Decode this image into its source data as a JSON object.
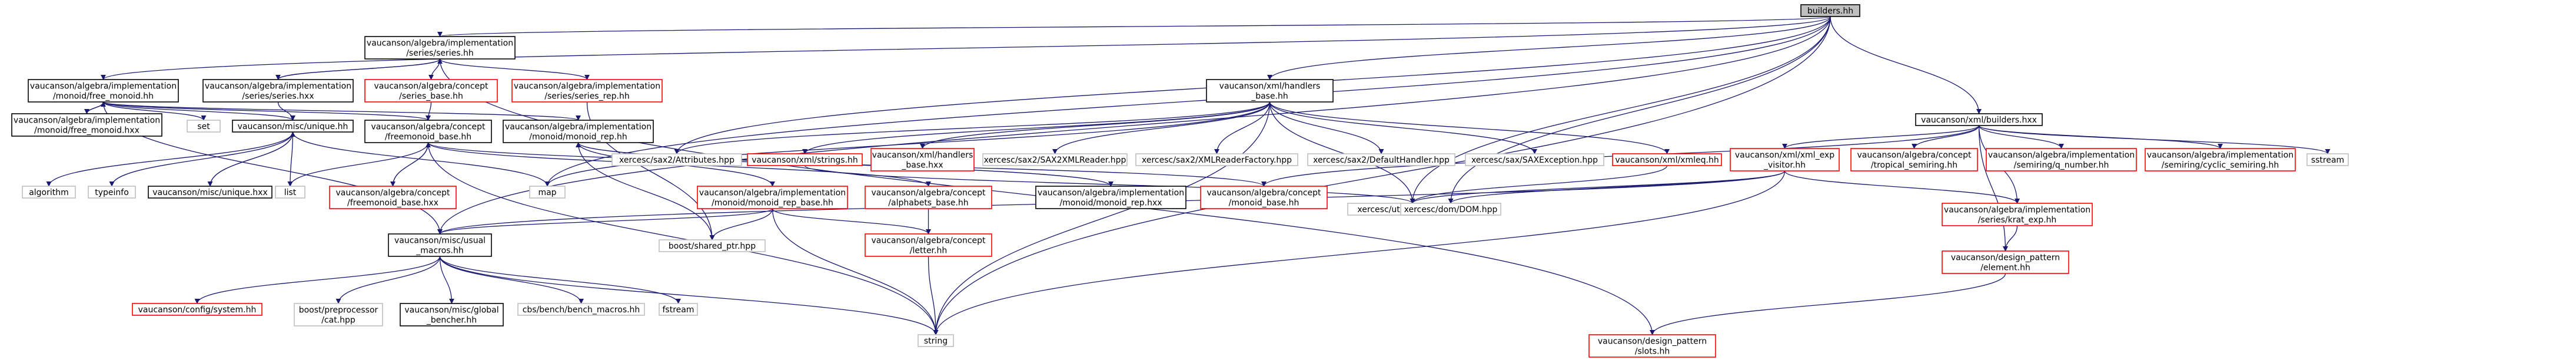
{
  "diagram": {
    "colors": {
      "edge": "#191970",
      "root_fill": "#bfbfbf",
      "box_fill": "#ffffff",
      "box_black": "#000000",
      "box_red": "#ff0000",
      "box_gray": "#bfbfbf"
    },
    "nodes": [
      {
        "id": "builders_hh",
        "lines": [
          "builders.hh"
        ],
        "style": "root"
      },
      {
        "id": "series_hh",
        "lines": [
          "vaucanson/algebra/implementation",
          "/series/series.hh"
        ],
        "style": "black"
      },
      {
        "id": "free_monoid_hh",
        "lines": [
          "vaucanson/algebra/implementation",
          "/monoid/free_monoid.hh"
        ],
        "style": "black"
      },
      {
        "id": "series_hxx",
        "lines": [
          "vaucanson/algebra/implementation",
          "/series/series.hxx"
        ],
        "style": "black"
      },
      {
        "id": "series_base_hh",
        "lines": [
          "vaucanson/algebra/concept",
          "/series_base.hh"
        ],
        "style": "red"
      },
      {
        "id": "series_rep_hh",
        "lines": [
          "vaucanson/algebra/implementation",
          "/series/series_rep.hh"
        ],
        "style": "red"
      },
      {
        "id": "xml_handlers_base_hh",
        "lines": [
          "vaucanson/xml/handlers",
          "_base.hh"
        ],
        "style": "black"
      },
      {
        "id": "xml_builders_hxx",
        "lines": [
          "vaucanson/xml/builders.hxx"
        ],
        "style": "black"
      },
      {
        "id": "free_monoid_hxx",
        "lines": [
          "vaucanson/algebra/implementation",
          "/monoid/free_monoid.hxx"
        ],
        "style": "black"
      },
      {
        "id": "set",
        "lines": [
          "set"
        ],
        "style": "gray"
      },
      {
        "id": "unique_hh",
        "lines": [
          "vaucanson/misc/unique.hh"
        ],
        "style": "black"
      },
      {
        "id": "freemonoid_base_hh",
        "lines": [
          "vaucanson/algebra/concept",
          "/freemonoid_base.hh"
        ],
        "style": "black"
      },
      {
        "id": "attributes_hpp",
        "lines": [
          "xercesc/sax2/Attributes.hpp"
        ],
        "style": "gray"
      },
      {
        "id": "monoid_rep_hh",
        "lines": [
          "vaucanson/algebra/implementation",
          "/monoid/monoid_rep.hh"
        ],
        "style": "black"
      },
      {
        "id": "strings_hh",
        "lines": [
          "vaucanson/xml/strings.hh"
        ],
        "style": "red"
      },
      {
        "id": "handlers_base_hxx",
        "lines": [
          "vaucanson/xml/handlers",
          "_base.hxx"
        ],
        "style": "red"
      },
      {
        "id": "sax2xmlreader",
        "lines": [
          "xercesc/sax2/SAX2XMLReader.hpp"
        ],
        "style": "gray"
      },
      {
        "id": "xmlreaderfactory",
        "lines": [
          "xercesc/sax2/XMLReaderFactory.hpp"
        ],
        "style": "gray"
      },
      {
        "id": "defaulthandler",
        "lines": [
          "xercesc/sax2/DefaultHandler.hpp"
        ],
        "style": "gray"
      },
      {
        "id": "saxexception",
        "lines": [
          "xercesc/sax/SAXException.hpp"
        ],
        "style": "gray"
      },
      {
        "id": "xmleq_hh",
        "lines": [
          "vaucanson/xml/xmleq.hh"
        ],
        "style": "red"
      },
      {
        "id": "xml_exp_visitor",
        "lines": [
          "vaucanson/xml/xml_exp",
          "_visitor.hh"
        ],
        "style": "red"
      },
      {
        "id": "tropical_semiring",
        "lines": [
          "vaucanson/algebra/concept",
          "/tropical_semiring.hh"
        ],
        "style": "red"
      },
      {
        "id": "semiring_number",
        "lines": [
          "vaucanson/algebra/implementation",
          "/semiring/q_number.hh"
        ],
        "style": "red"
      },
      {
        "id": "cyclic_semiring",
        "lines": [
          "vaucanson/algebra/implementation",
          "/semiring/cyclic_semiring.hh"
        ],
        "style": "red"
      },
      {
        "id": "sstream",
        "lines": [
          "sstream"
        ],
        "style": "gray"
      },
      {
        "id": "algorithm",
        "lines": [
          "algorithm"
        ],
        "style": "gray"
      },
      {
        "id": "typeinfo",
        "lines": [
          "typeinfo"
        ],
        "style": "gray"
      },
      {
        "id": "unique_hxx",
        "lines": [
          "vaucanson/misc/unique.hxx"
        ],
        "style": "black"
      },
      {
        "id": "list",
        "lines": [
          "list"
        ],
        "style": "gray"
      },
      {
        "id": "freemonoid_base_hxx",
        "lines": [
          "vaucanson/algebra/concept",
          "/freemonoid_base.hxx"
        ],
        "style": "red"
      },
      {
        "id": "map",
        "lines": [
          "map"
        ],
        "style": "gray"
      },
      {
        "id": "monoid_rep_base_hh",
        "lines": [
          "vaucanson/algebra/implementation",
          "/monoid/monoid_rep_base.hh"
        ],
        "style": "red"
      },
      {
        "id": "alphabets_base_hh",
        "lines": [
          "vaucanson/algebra/concept",
          "/alphabets_base.hh"
        ],
        "style": "red"
      },
      {
        "id": "monoid_rep_hxx",
        "lines": [
          "vaucanson/algebra/implementation",
          "/monoid/monoid_rep.hxx"
        ],
        "style": "black"
      },
      {
        "id": "monoid_base_hh",
        "lines": [
          "vaucanson/algebra/concept",
          "/monoid_base.hh"
        ],
        "style": "red"
      },
      {
        "id": "xmlstring_hpp",
        "lines": [
          "xercesc/util/XMLString.hpp"
        ],
        "style": "gray"
      },
      {
        "id": "dom_hpp",
        "lines": [
          "xercesc/dom/DOM.hpp"
        ],
        "style": "gray"
      },
      {
        "id": "krat_exp",
        "lines": [
          "vaucanson/algebra/implementation",
          "/series/krat_exp.hh"
        ],
        "style": "red"
      },
      {
        "id": "usual_macros_hh",
        "lines": [
          "vaucanson/misc/usual",
          "_macros.hh"
        ],
        "style": "black"
      },
      {
        "id": "shared_ptr_hpp",
        "lines": [
          "boost/shared_ptr.hpp"
        ],
        "style": "gray"
      },
      {
        "id": "letter_hh",
        "lines": [
          "vaucanson/algebra/concept",
          "/letter.hh"
        ],
        "style": "red"
      },
      {
        "id": "element_hh",
        "lines": [
          "vaucanson/design_pattern",
          "/element.hh"
        ],
        "style": "red"
      },
      {
        "id": "system_hh",
        "lines": [
          "vaucanson/config/system.hh"
        ],
        "style": "red"
      },
      {
        "id": "boost_preprocessor",
        "lines": [
          "boost/preprocessor",
          "/cat.hpp"
        ],
        "style": "gray"
      },
      {
        "id": "global_bencher",
        "lines": [
          "vaucanson/misc/global",
          "_bencher.hh"
        ],
        "style": "black"
      },
      {
        "id": "bench_macros",
        "lines": [
          "cbs/bench/bench_macros.hh"
        ],
        "style": "gray"
      },
      {
        "id": "fstream",
        "lines": [
          "fstream"
        ],
        "style": "gray"
      },
      {
        "id": "string",
        "lines": [
          "string"
        ],
        "style": "gray"
      },
      {
        "id": "slots_hh",
        "lines": [
          "vaucanson/design_pattern",
          "/slots.hh"
        ],
        "style": "red"
      }
    ]
  }
}
